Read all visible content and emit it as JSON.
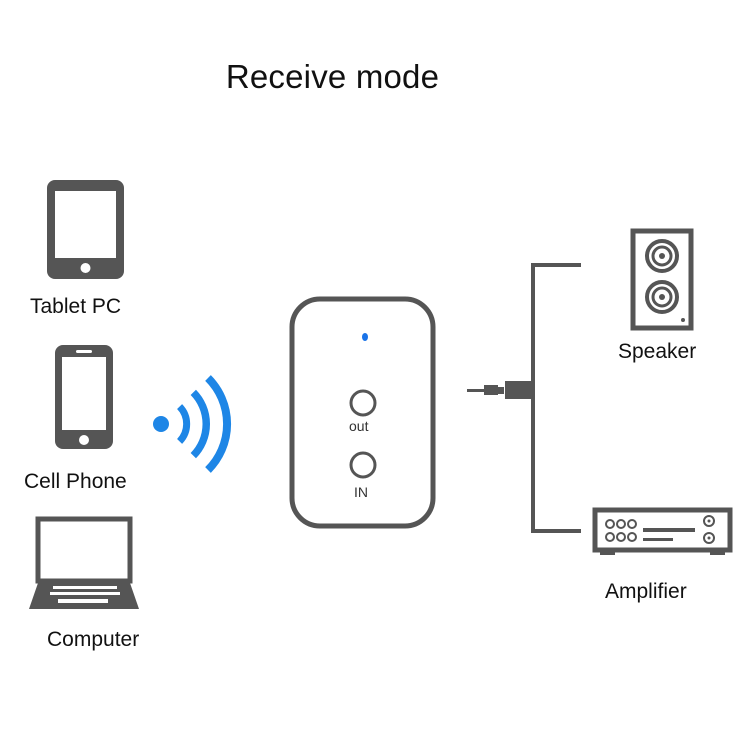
{
  "title": "Receive mode",
  "sources": {
    "tablet": "Tablet PC",
    "phone": "Cell Phone",
    "computer": "Computer"
  },
  "device": {
    "port_out": "out",
    "port_in": "IN",
    "led_color": "#1a73e8"
  },
  "outputs": {
    "speaker": "Speaker",
    "amplifier": "Amplifier"
  },
  "colors": {
    "outline": "#555555",
    "wireless": "#1e86e6"
  }
}
